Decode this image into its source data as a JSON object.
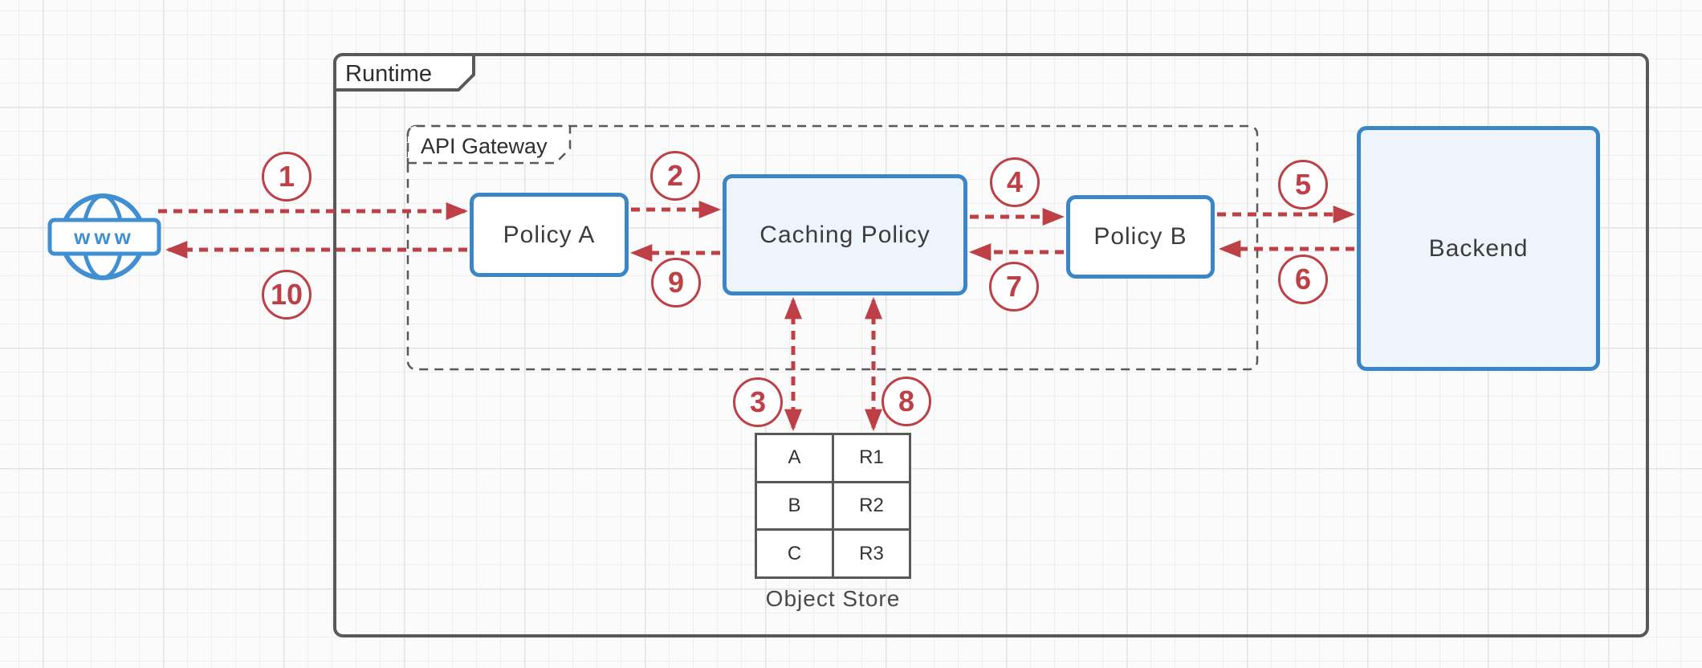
{
  "runtime": {
    "label": "Runtime"
  },
  "api_gateway": {
    "label": "API Gateway"
  },
  "nodes": {
    "internet": {
      "label": "www",
      "icon": "globe-www-icon"
    },
    "policy_a": {
      "label": "Policy A"
    },
    "caching_policy": {
      "label": "Caching Policy"
    },
    "policy_b": {
      "label": "Policy B"
    },
    "backend": {
      "label": "Backend"
    },
    "object_store": {
      "label": "Object Store",
      "rows": [
        [
          "A",
          "R1"
        ],
        [
          "B",
          "R2"
        ],
        [
          "C",
          "R3"
        ]
      ]
    }
  },
  "connections": [
    {
      "step": "1",
      "from": "internet",
      "to": "policy_a",
      "direction": "one-way"
    },
    {
      "step": "2",
      "from": "policy_a",
      "to": "caching_policy",
      "direction": "one-way"
    },
    {
      "step": "3",
      "from": "caching_policy",
      "to": "object_store",
      "direction": "two-way"
    },
    {
      "step": "4",
      "from": "caching_policy",
      "to": "policy_b",
      "direction": "one-way"
    },
    {
      "step": "5",
      "from": "policy_b",
      "to": "backend",
      "direction": "one-way"
    },
    {
      "step": "6",
      "from": "backend",
      "to": "policy_b",
      "direction": "one-way"
    },
    {
      "step": "7",
      "from": "policy_b",
      "to": "caching_policy",
      "direction": "one-way"
    },
    {
      "step": "8",
      "from": "caching_policy",
      "to": "object_store",
      "direction": "two-way"
    },
    {
      "step": "9",
      "from": "caching_policy",
      "to": "policy_a",
      "direction": "one-way"
    },
    {
      "step": "10",
      "from": "policy_a",
      "to": "internet",
      "direction": "one-way"
    }
  ],
  "colors": {
    "accent_red": "#bd4046",
    "accent_blue": "#3a86c6",
    "globe_blue": "#3f8fd2",
    "node_fill_light_blue": "#edf4fb",
    "frame_gray": "#595959"
  }
}
